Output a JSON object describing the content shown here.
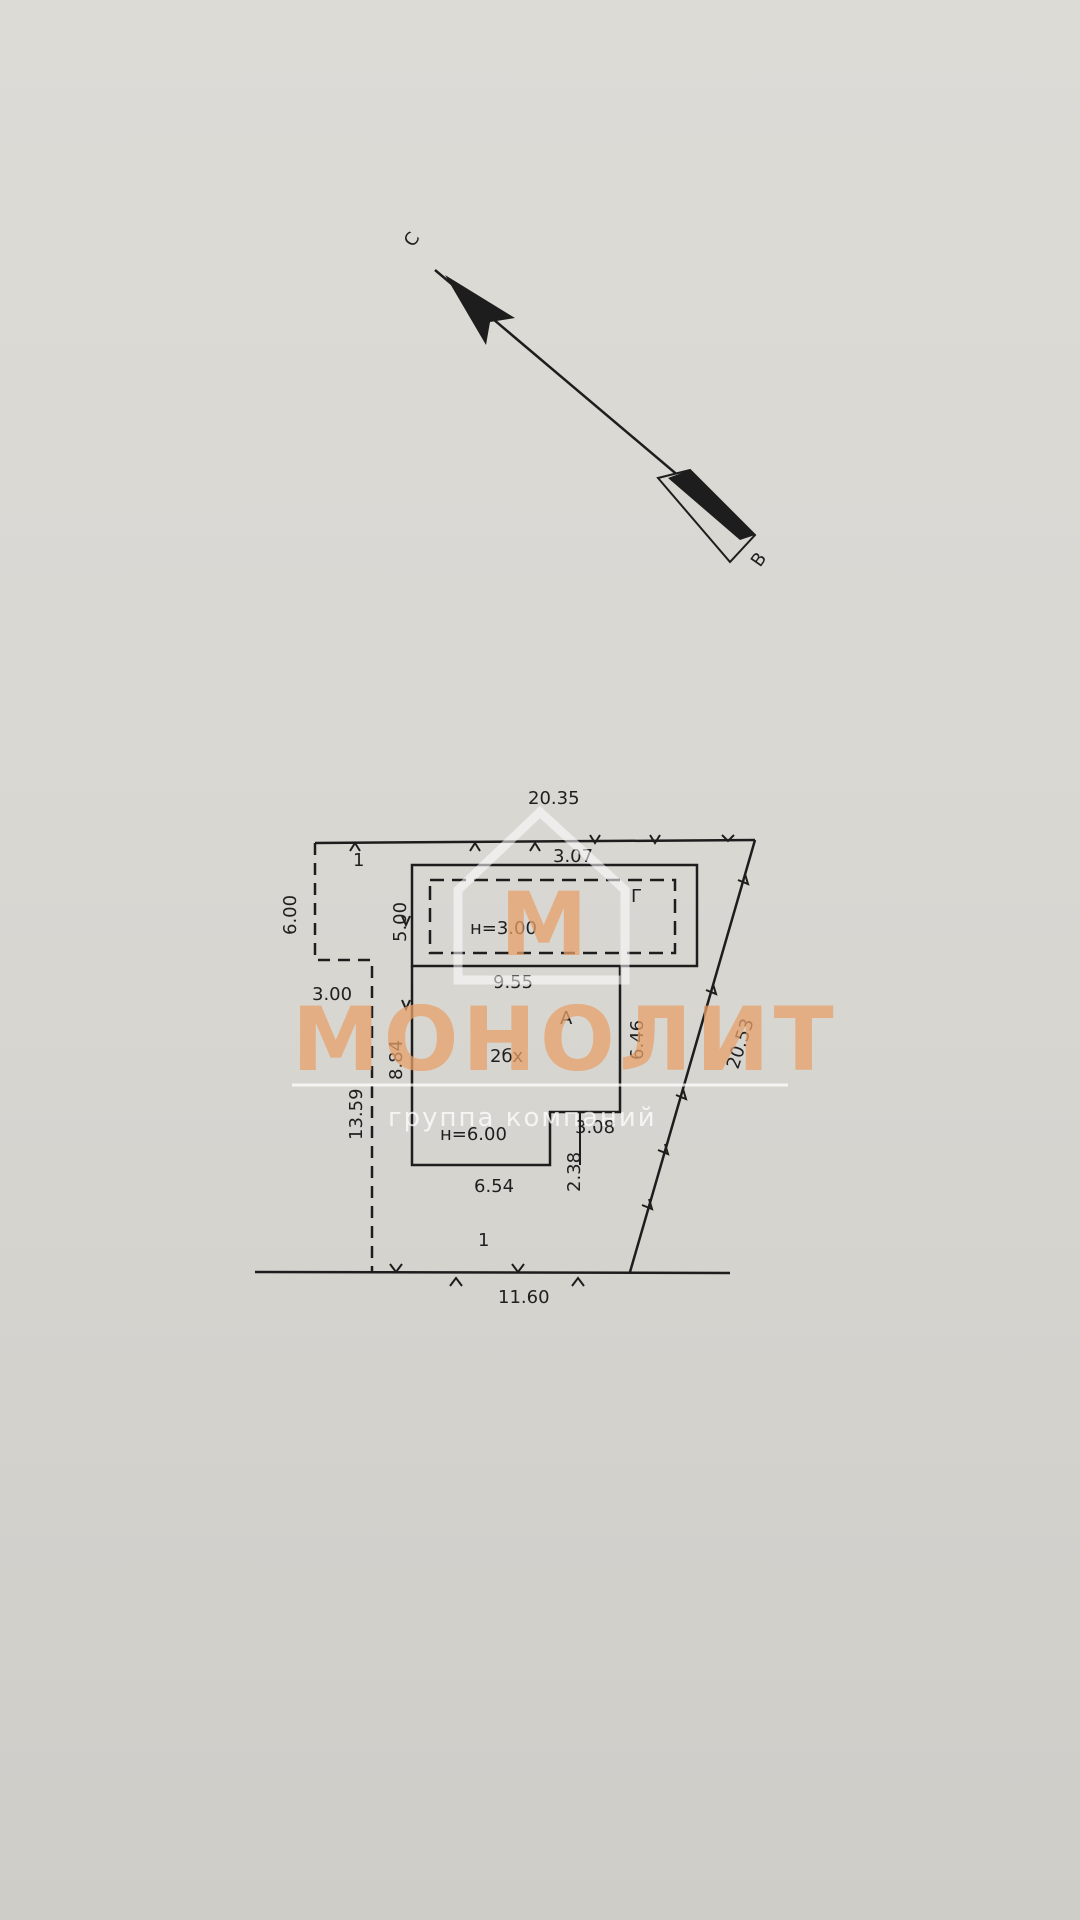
{
  "compass": {
    "north": "С",
    "east": "В"
  },
  "plot": {
    "top": "20.35",
    "bottom": "11.60",
    "right": "20.53",
    "left_offset_v": "6.00",
    "left_offset_h": "3.00",
    "left": "13.59",
    "plot_no_top": "1",
    "plot_no_bottom": "1"
  },
  "building_g": {
    "letter": "Г",
    "height": "н=3.00",
    "depth": "5.00",
    "offset_top": "3.07"
  },
  "building_a": {
    "letter": "А",
    "floors": "2бх",
    "width": "9.55",
    "right": "6.46",
    "left": "8.84",
    "height": "н=6.00",
    "bottom": "6.54",
    "step_h": "3.08",
    "step_v": "2.38"
  },
  "watermark": {
    "letter": "М",
    "name": "МОНОЛИТ",
    "subtitle": "группа компаний"
  },
  "colors": {
    "paper": "#d9d7d2",
    "ink": "#1d1d1d",
    "watermark": "#e7a06a"
  }
}
